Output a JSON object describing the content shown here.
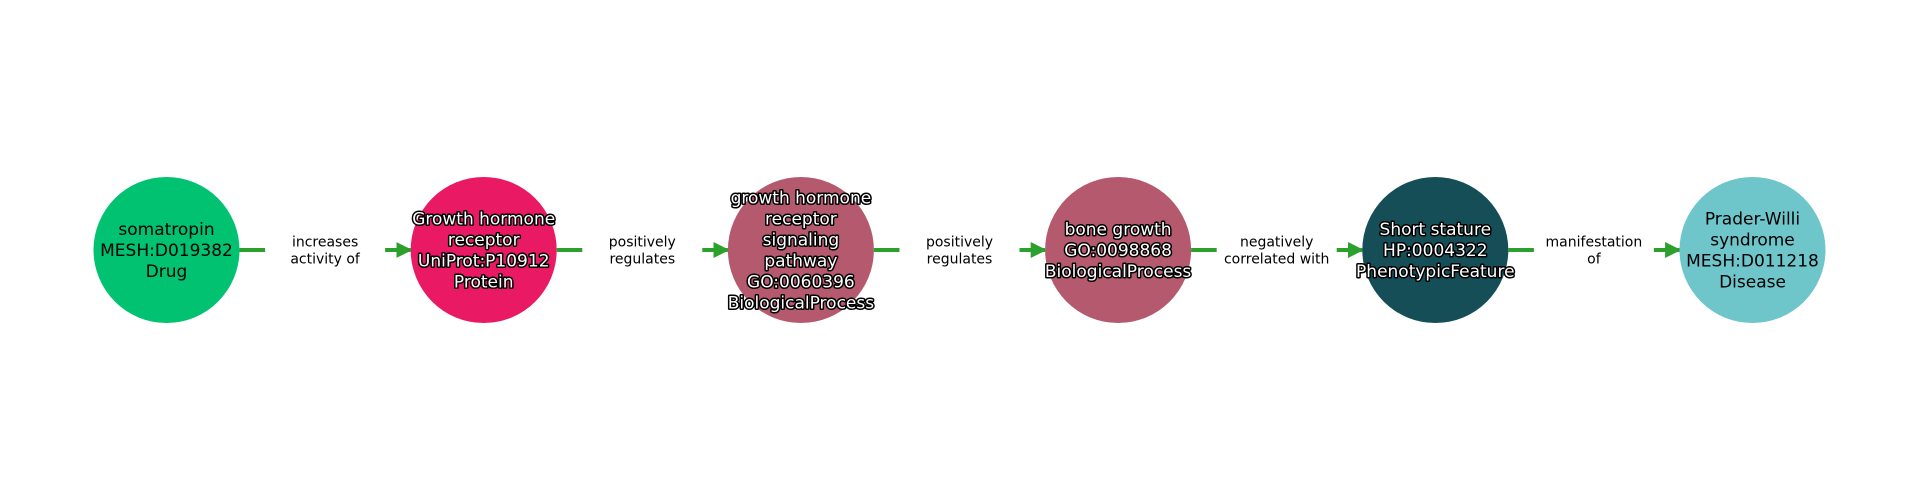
{
  "edge_color": "#2ca02c",
  "nodes": [
    {
      "lines": [
        "somatropin",
        "MESH:D019382",
        "Drug"
      ],
      "color": "#00c271",
      "outlined": false
    },
    {
      "lines": [
        "Growth hormone",
        "receptor",
        "UniProt:P10912",
        "Protein"
      ],
      "color": "#e91a63",
      "outlined": true
    },
    {
      "lines": [
        "growth hormone",
        "receptor",
        "signaling",
        "pathway",
        "GO:0060396",
        "BiologicalProcess"
      ],
      "color": "#b55a6e",
      "outlined": true
    },
    {
      "lines": [
        "bone growth",
        "GO:0098868",
        "BiologicalProcess"
      ],
      "color": "#b55a6e",
      "outlined": true
    },
    {
      "lines": [
        "Short stature",
        "HP:0004322",
        "PhenotypicFeature"
      ],
      "color": "#154e56",
      "outlined": true
    },
    {
      "lines": [
        "Prader-Willi",
        "syndrome",
        "MESH:D011218",
        "Disease"
      ],
      "color": "#6ec5ca",
      "outlined": false
    }
  ],
  "edges": [
    {
      "lines": [
        "increases",
        "activity of"
      ]
    },
    {
      "lines": [
        "positively",
        "regulates"
      ]
    },
    {
      "lines": [
        "positively",
        "regulates"
      ]
    },
    {
      "lines": [
        "negatively",
        "correlated with"
      ]
    },
    {
      "lines": [
        "manifestation",
        "of"
      ]
    }
  ]
}
